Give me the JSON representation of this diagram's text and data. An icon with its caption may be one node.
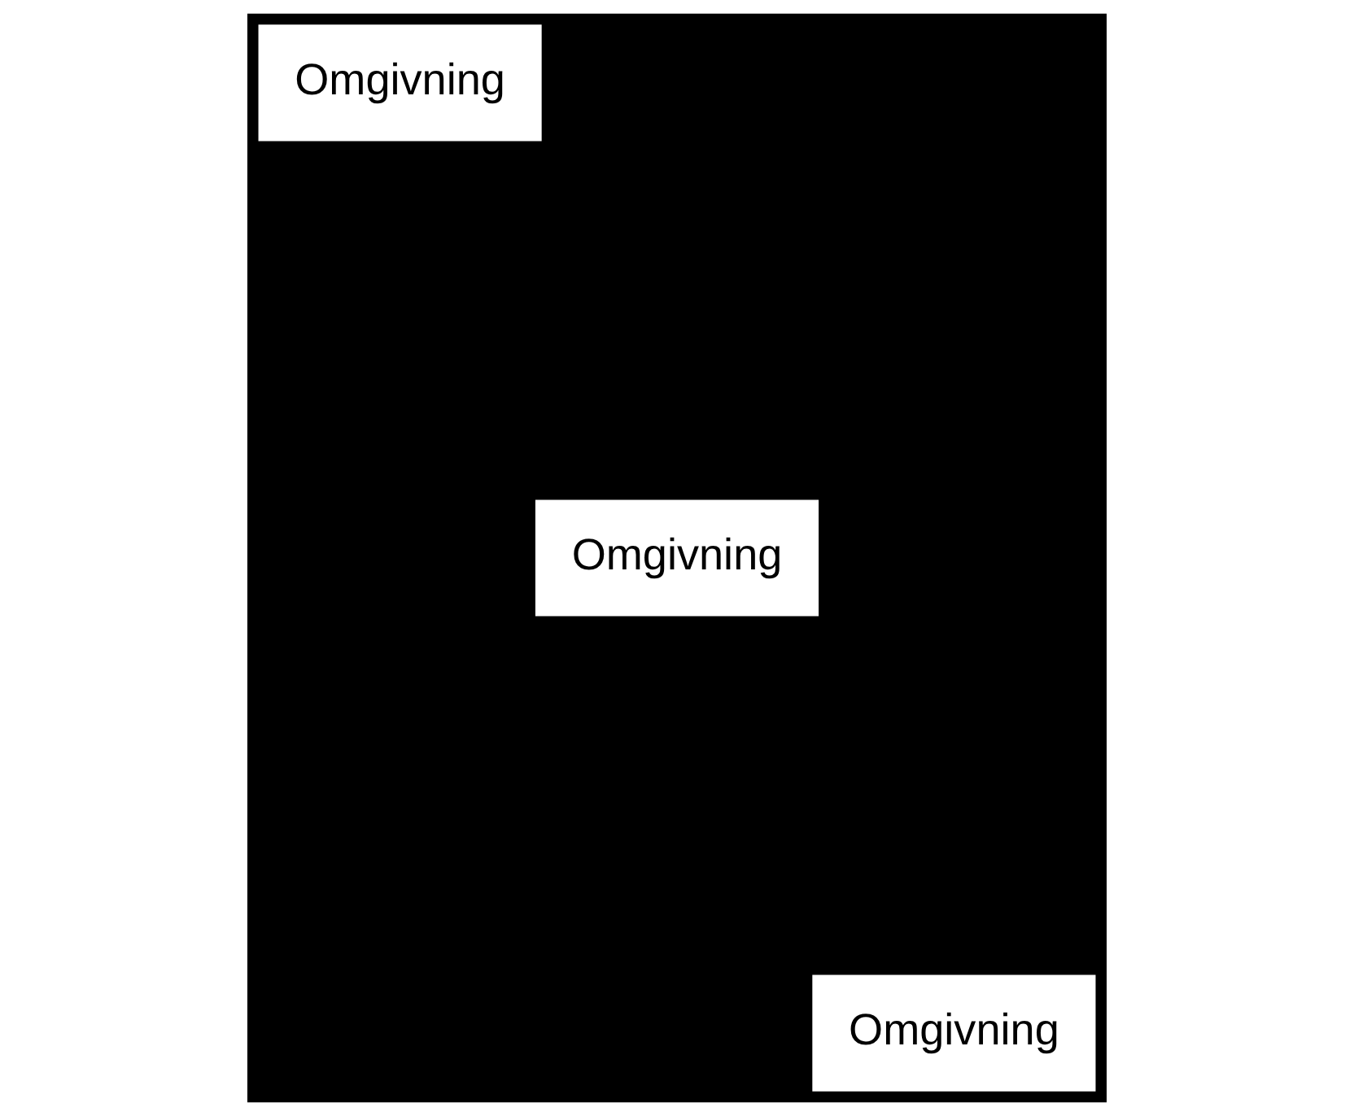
{
  "diagram": {
    "nodes": [
      {
        "text": [
          "Omgivning"
        ]
      },
      {
        "text": [
          "Omgivning"
        ]
      },
      {
        "text": [
          "Omgivning"
        ]
      }
    ]
  }
}
